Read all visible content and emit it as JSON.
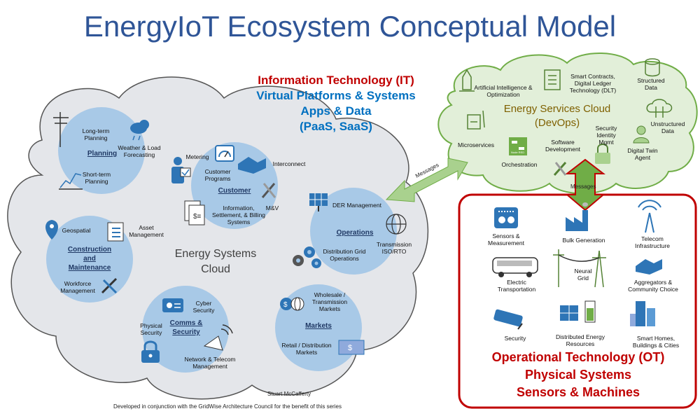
{
  "title": "EnergyIoT Ecosystem Conceptual Model",
  "it_header": {
    "line1": "Information Technology (IT)",
    "line2": "Virtual Platforms & Systems",
    "line3": "Apps & Data",
    "line4": "(PaaS, SaaS)"
  },
  "energy_systems_cloud": {
    "label_line1": "Energy Systems",
    "label_line2": "Cloud",
    "planning": {
      "name": "Planning",
      "items": [
        "Long-term Planning",
        "Weather & Load Forecasting",
        "Short-term Planning"
      ]
    },
    "customer": {
      "name": "Customer",
      "items": [
        "Metering",
        "Customer Programs",
        "Interconnect",
        "M&V",
        "Information, Settlement, & Billing Systems"
      ]
    },
    "operations": {
      "name": "Operations",
      "items": [
        "DER Management",
        "Transmission ISO/RTO",
        "Distribution Grid Operations"
      ]
    },
    "construction": {
      "name_line1": "Construction",
      "name_line2": "and",
      "name_line3": "Maintenance",
      "items": [
        "Geospatial",
        "Asset Management",
        "Workforce Management"
      ]
    },
    "comms": {
      "name_line1": "Comms &",
      "name_line2": "Security",
      "items": [
        "Cyber Security",
        "Physical Security",
        "Network & Telecom Management"
      ]
    },
    "markets": {
      "name": "Markets",
      "items": [
        "Wholesale / Transmission Markets",
        "Retail / Distribution Markets"
      ]
    }
  },
  "services_cloud": {
    "title_line1": "Energy Services Cloud",
    "title_line2": "(DevOps)",
    "items": [
      "Artificial Intelligence & Optimization",
      "Smart Contracts, Digital Ledger Technology (DLT)",
      "Structured Data",
      "Microservices",
      "Security Identity Mgmt",
      "Unstructured Data",
      "Orchestration",
      "Software Development",
      "Digital Twin Agent"
    ],
    "node_badge": "Node RED"
  },
  "ot": {
    "items": [
      "Sensors & Measurement",
      "Bulk Generation",
      "Telecom Infrastructure",
      "Electric Transportation",
      "Neural Grid",
      "Aggregators & Community Choice",
      "Security",
      "Distributed Energy Resources",
      "Smart Homes, Buildings & Cities"
    ],
    "line1": "Operational Technology (OT)",
    "line2": "Physical Systems",
    "line3": "Sensors & Machines"
  },
  "arrows": {
    "messages_1": "Messages",
    "messages_2": "Messages"
  },
  "author": "Stuart McCafferty",
  "footer": "Developed in conjunction with the GridWise Architecture Council for the benefit of this series",
  "colors": {
    "title": "#2f5597",
    "it_red": "#c00000",
    "it_blue": "#0070c0",
    "cloud_fill": "#e4e6ea",
    "circle_fill": "#9dc3e6",
    "services_green": "#70ad47",
    "services_fill": "#e2efd9",
    "services_text": "#7f6000",
    "ot_border": "#c00000"
  }
}
